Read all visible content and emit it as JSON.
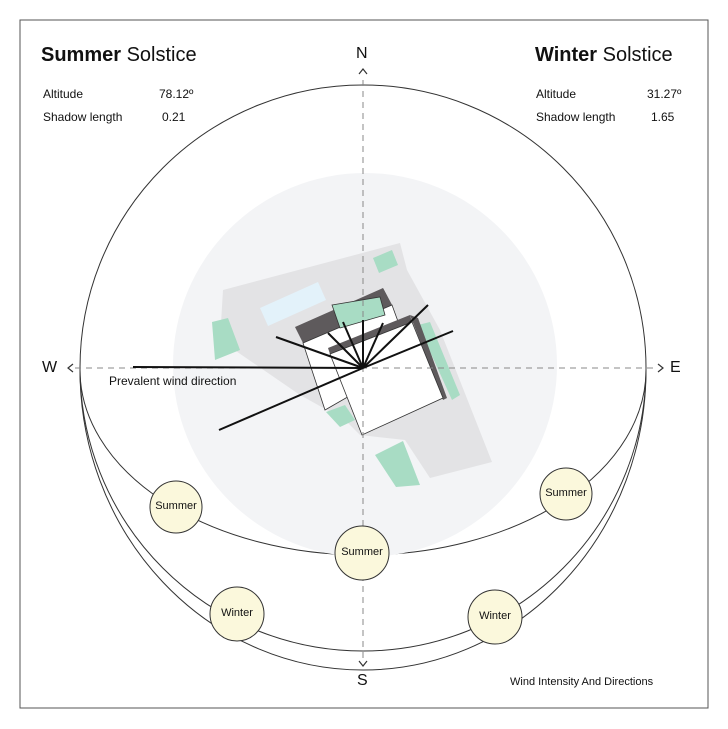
{
  "summer": {
    "bold": "Summer",
    "rest": " Solstice",
    "altitude_label": "Altitude",
    "altitude": "78.12º",
    "shadow_label": "Shadow length",
    "shadow": "0.21"
  },
  "winter": {
    "bold": "Winter",
    "rest": " Solstice",
    "altitude_label": "Altitude",
    "altitude": "31.27º",
    "shadow_label": "Shadow length",
    "shadow": "1.65"
  },
  "compass": {
    "n": "N",
    "s": "S",
    "e": "E",
    "w": "W"
  },
  "wind_label": "Prevalent wind direction",
  "suns": {
    "summer": "Summer",
    "winter": "Winter"
  },
  "caption": "Wind Intensity And Directions",
  "colors": {
    "sun": "#fbf8dc",
    "green": "#a8dcc4",
    "site": "#e3e3e5",
    "disk": "#f3f4f6",
    "water": "#e3f2fa",
    "wall": "#5e5a5c"
  }
}
